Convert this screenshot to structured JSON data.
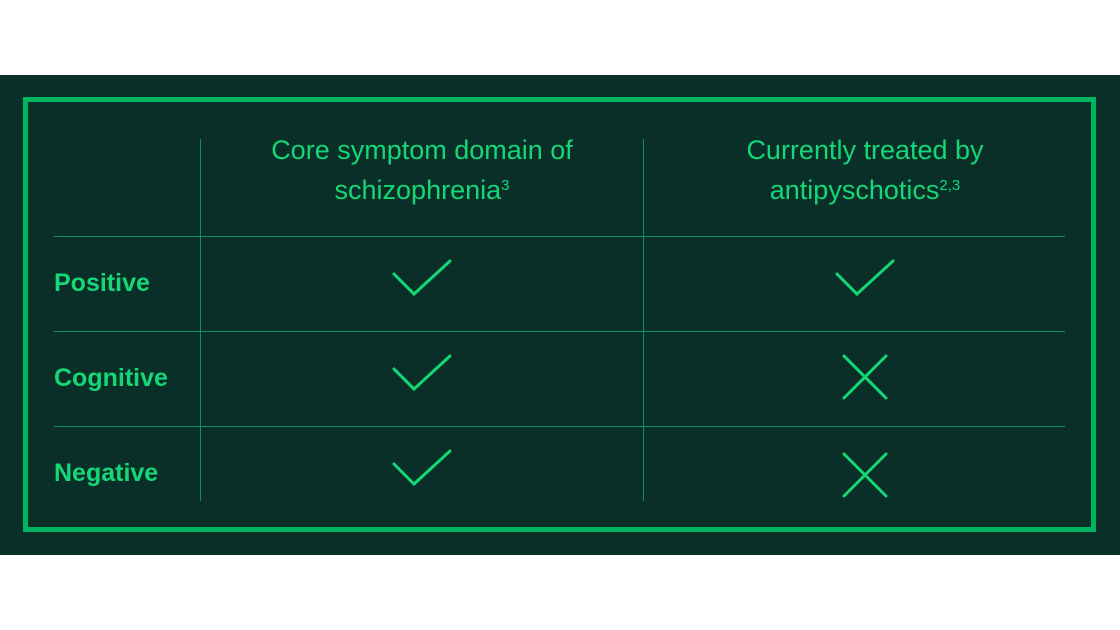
{
  "colors": {
    "background": "#0a2f29",
    "accent": "#14d775",
    "border": "#00b561",
    "grid": "#12915a"
  },
  "table": {
    "columns": [
      {
        "line1": "Core symptom domain of",
        "line2": "schizophrenia",
        "superscript": "3"
      },
      {
        "line1": "Currently treated by",
        "line2": "antipyschotics",
        "superscript": "2,3"
      }
    ],
    "rows": [
      {
        "label": "Positive",
        "core": "check-icon",
        "treated": "check-icon"
      },
      {
        "label": "Cognitive",
        "core": "check-icon",
        "treated": "cross-icon"
      },
      {
        "label": "Negative",
        "core": "check-icon",
        "treated": "cross-icon"
      }
    ]
  }
}
